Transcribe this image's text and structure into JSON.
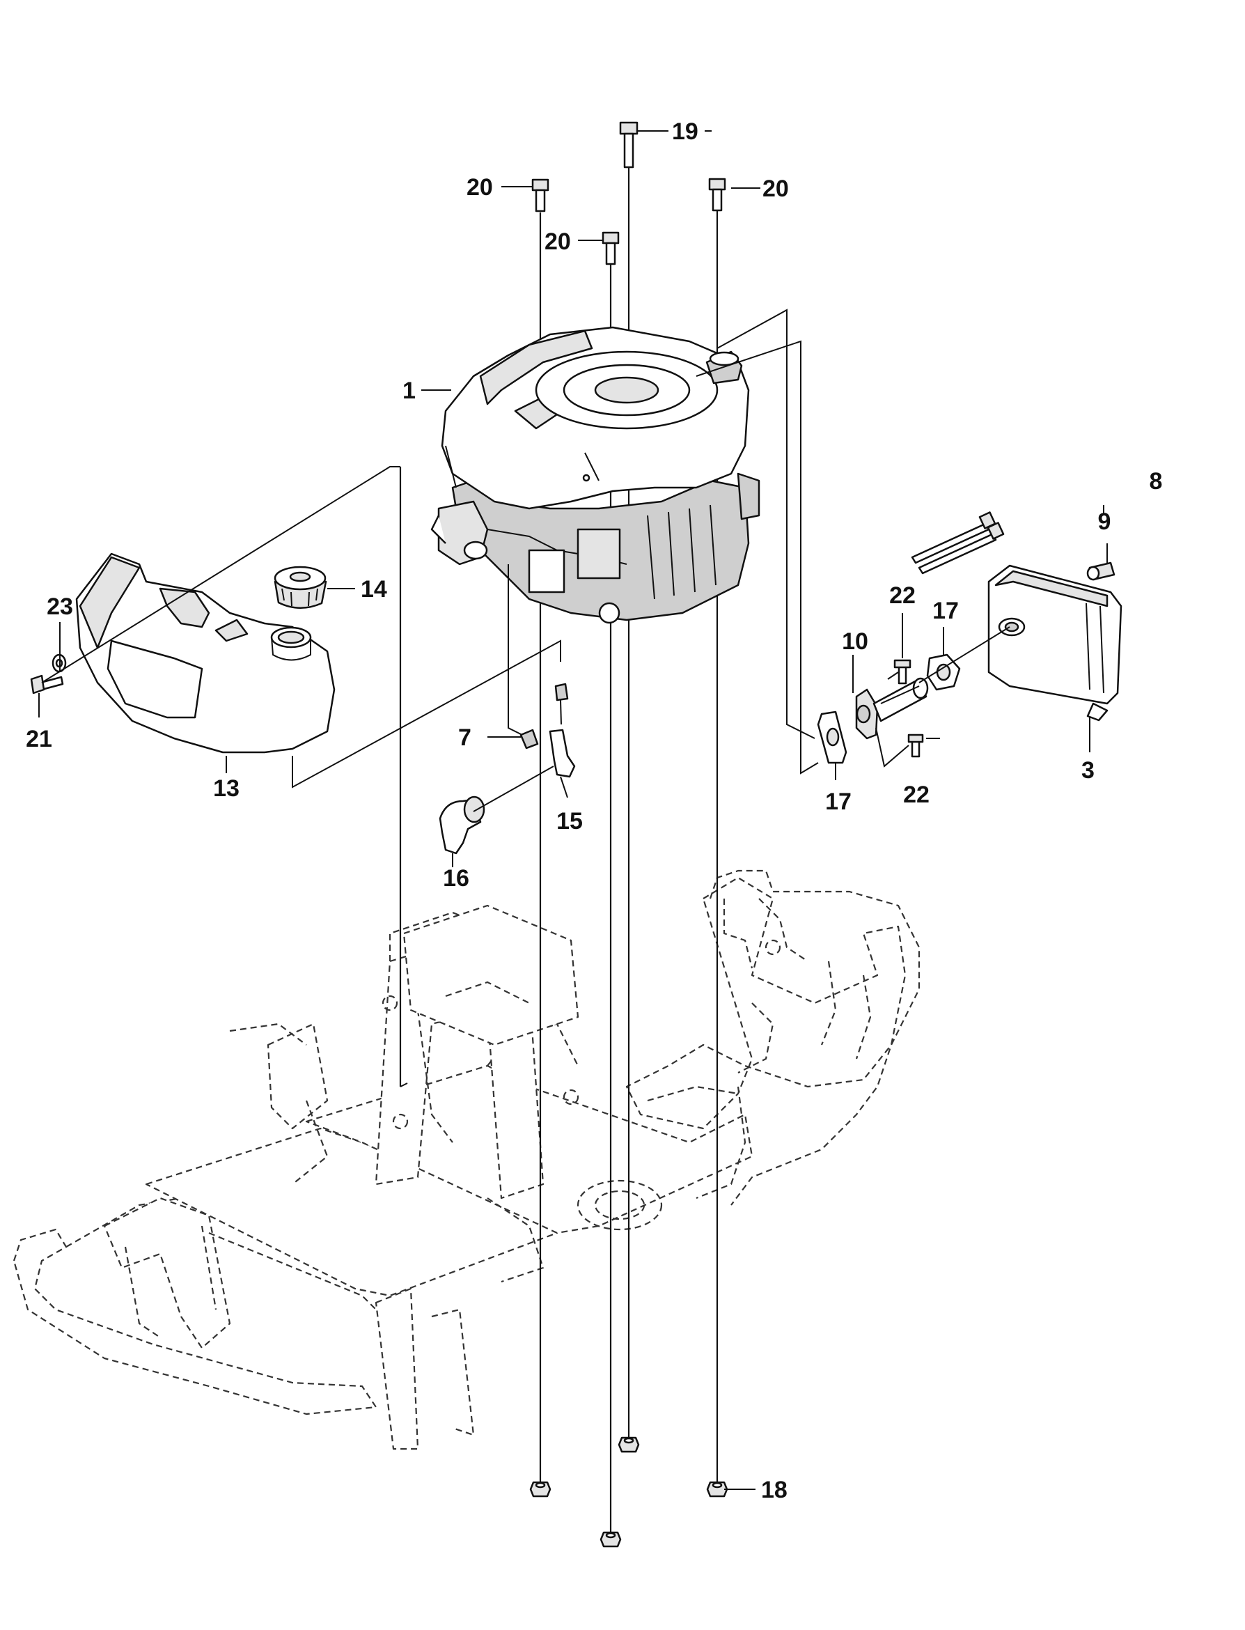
{
  "callouts": {
    "c1": "1",
    "c3": "3",
    "c7": "7",
    "c8": "8",
    "c9": "9",
    "c10": "10",
    "c13": "13",
    "c14": "14",
    "c15": "15",
    "c16": "16",
    "c17a": "17",
    "c17b": "17",
    "c18": "18",
    "c19": "19",
    "c20a": "20",
    "c20b": "20",
    "c20c": "20",
    "c21": "21",
    "c22a": "22",
    "c22b": "22",
    "c23": "23"
  }
}
